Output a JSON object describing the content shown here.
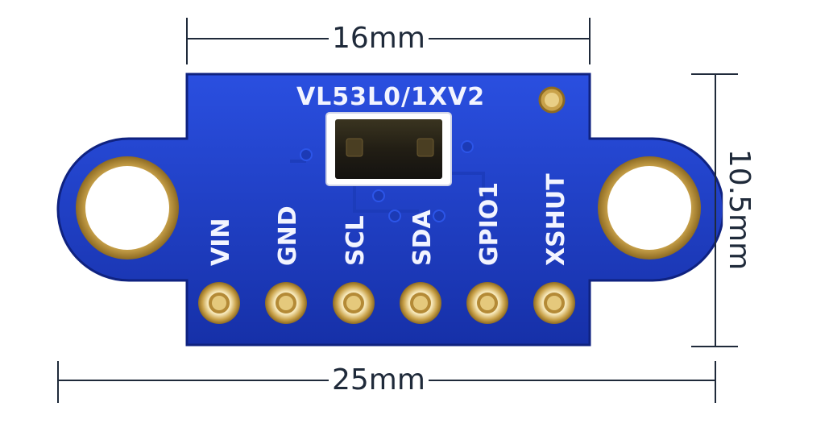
{
  "dimensions": {
    "top_width": "16mm",
    "bottom_width": "25mm",
    "height": "10.5mm"
  },
  "board": {
    "model_label": "VL53L0/1XV2",
    "pins": [
      "VIN",
      "GND",
      "SCL",
      "SDA",
      "GPIO1",
      "XSHUT"
    ]
  },
  "colors": {
    "pcb_blue": "#1d3cc4",
    "pcb_edge": "#0f2280",
    "gold": "#d8b25a",
    "silkscreen": "#f2f4ff",
    "dimension_line": "#1f2a3a"
  }
}
